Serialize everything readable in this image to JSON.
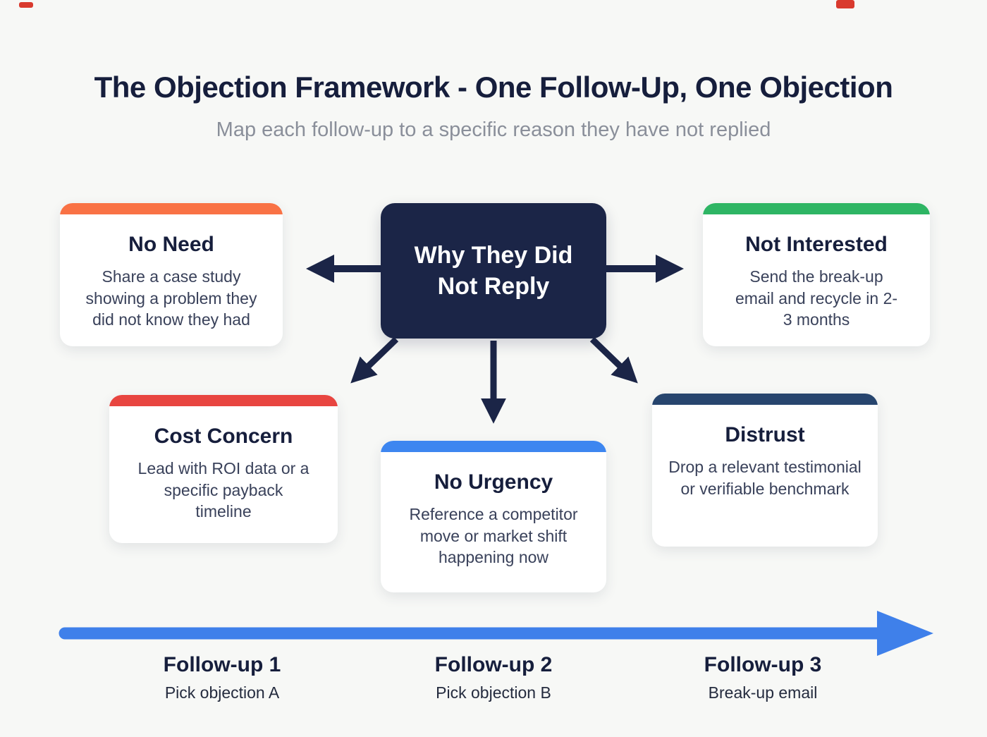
{
  "title": "The Objection Framework - One Follow-Up, One Objection",
  "subtitle": "Map each follow-up to a specific reason they have not replied",
  "center_node": {
    "label": "Why They Did Not Reply",
    "bg": "#1B2547",
    "text_color": "#FFFFFF"
  },
  "cards": [
    {
      "title": "No Need",
      "body": "Share a case study showing a problem they did not know they had",
      "accent": "#F97245"
    },
    {
      "title": "Not Interested",
      "body": "Send the break-up email and recycle in 2-3 months",
      "accent": "#2EB564"
    },
    {
      "title": "Cost Concern",
      "body": "Lead with ROI data or a specific payback timeline",
      "accent": "#E84540"
    },
    {
      "title": "No Urgency",
      "body": "Reference a competitor move or market shift happening now",
      "accent": "#3D86F0"
    },
    {
      "title": "Distrust",
      "body": "Drop a relevant testimonial or verifiable benchmark",
      "accent": "#27456E"
    }
  ],
  "colors": {
    "arrow": "#1B2547",
    "timeline": "#3F80EA",
    "corner_mark": "#D93A2E"
  },
  "timeline": {
    "steps": [
      {
        "label": "Follow-up 1",
        "sub": "Pick objection A"
      },
      {
        "label": "Follow-up 2",
        "sub": "Pick objection B"
      },
      {
        "label": "Follow-up 3",
        "sub": "Break-up email"
      }
    ]
  }
}
